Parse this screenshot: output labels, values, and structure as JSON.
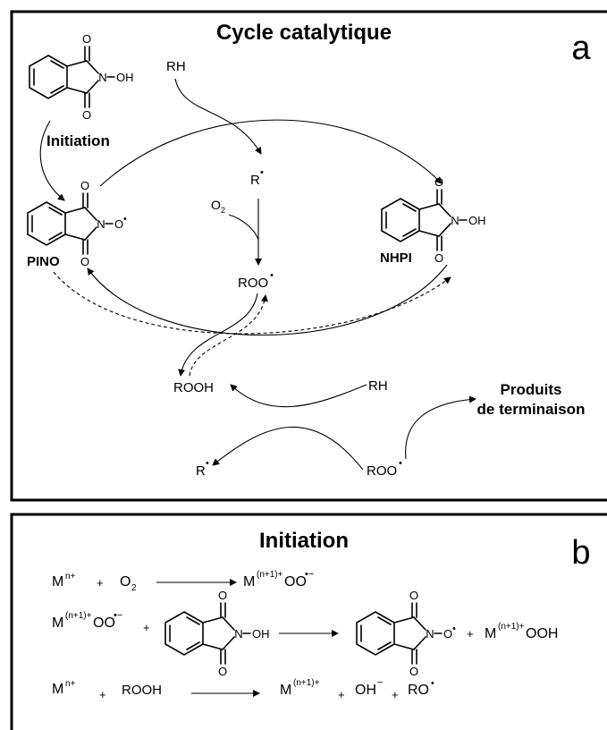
{
  "panel_a": {
    "title": "Cycle catalytique",
    "letter": "a",
    "initiation_label": "Initiation",
    "pino_label": "PINO",
    "nhpi_label": "NHPI",
    "rh_top": "RH",
    "r_radical": "R",
    "o2_label": "O",
    "o2_sub": "2",
    "roo_center": "ROO",
    "rooh": "ROOH",
    "rh_bottom": "RH",
    "r_bottom": "R",
    "roo_bottom": "ROO",
    "products_line1": "Produits",
    "products_line2": "de terminaison",
    "atom_o": "O",
    "atom_n": "N",
    "oh": "OH",
    "dot": "•"
  },
  "panel_b": {
    "title": "Initiation",
    "letter": "b",
    "m": "M",
    "n_plus": "n+",
    "plus": "+",
    "o2": "O",
    "o2_sub": "2",
    "n1_plus": "(n+1)+",
    "oo": "OO",
    "radical_anion": "•−",
    "ooh": "OOH",
    "rooh": "ROOH",
    "oh": "OH",
    "minus": "−",
    "ro": "RO"
  }
}
